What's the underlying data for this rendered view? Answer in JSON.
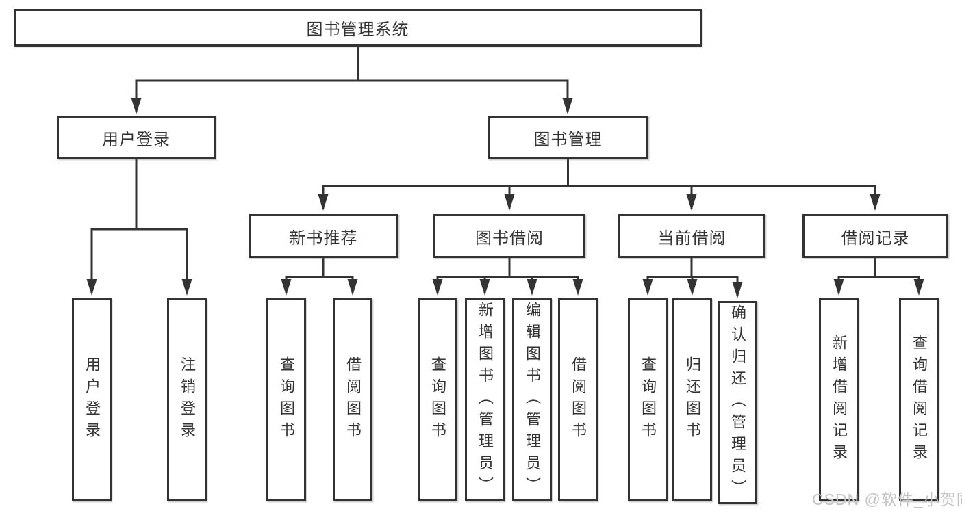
{
  "diagram": {
    "root": {
      "label": "图书管理系统"
    },
    "branches": [
      {
        "label": "用户登录",
        "leaves": [
          {
            "label": "用户登录"
          },
          {
            "label": "注销登录"
          }
        ]
      },
      {
        "label": "图书管理",
        "groups": [
          {
            "label": "新书推荐",
            "leaves": [
              {
                "label": "查询图书"
              },
              {
                "label": "借阅图书"
              }
            ]
          },
          {
            "label": "图书借阅",
            "leaves": [
              {
                "label": "查询图书"
              },
              {
                "label": "新增图书（管理员）"
              },
              {
                "label": "编辑图书（管理员）"
              },
              {
                "label": "借阅图书"
              }
            ]
          },
          {
            "label": "当前借阅",
            "leaves": [
              {
                "label": "查询图书"
              },
              {
                "label": "归还图书"
              },
              {
                "label": "确认归还（管理员）"
              }
            ]
          },
          {
            "label": "借阅记录",
            "leaves": [
              {
                "label": "新增借阅记录"
              },
              {
                "label": "查询借阅记录"
              }
            ]
          }
        ]
      }
    ]
  },
  "watermark": {
    "text": "CSDN @软件_小贺同学",
    "color": "#c3c3c3"
  },
  "colors": {
    "line": "#333333",
    "box_fill": "#ffffff",
    "background": "#ffffff"
  }
}
